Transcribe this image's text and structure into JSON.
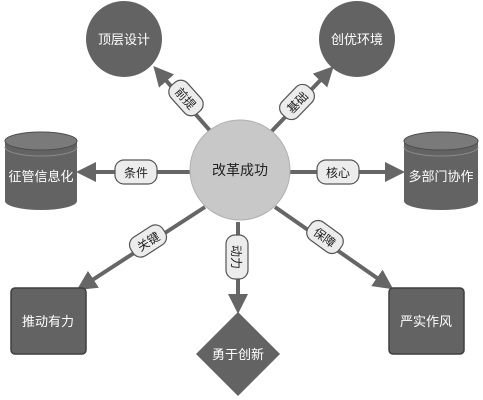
{
  "diagram": {
    "center": {
      "label": "改革成功"
    },
    "nodes": [
      {
        "id": "top-design",
        "label": "顶层设计",
        "shape": "circle",
        "edge_label": "前提"
      },
      {
        "id": "innovative-env",
        "label": "创优环境",
        "shape": "circle",
        "edge_label": "基础"
      },
      {
        "id": "info-system",
        "label": "征管信息化",
        "shape": "cylinder",
        "edge_label": "条件"
      },
      {
        "id": "multi-dept",
        "label": "多部门协作",
        "shape": "cylinder",
        "edge_label": "核心"
      },
      {
        "id": "strong-push",
        "label": "推动有力",
        "shape": "rounded-rect",
        "edge_label": "关键"
      },
      {
        "id": "bold-innovation",
        "label": "勇于创新",
        "shape": "diamond",
        "edge_label": "动力"
      },
      {
        "id": "strict-work",
        "label": "严实作风",
        "shape": "rounded-rect",
        "edge_label": "保障"
      }
    ],
    "colors": {
      "center_fill": "#c8c8c8",
      "node_fill": "#636363",
      "node_text": "#ffffff",
      "center_text": "#222222",
      "arrow": "#666666",
      "tag_fill": "#ececec",
      "tag_stroke": "#555555"
    }
  }
}
